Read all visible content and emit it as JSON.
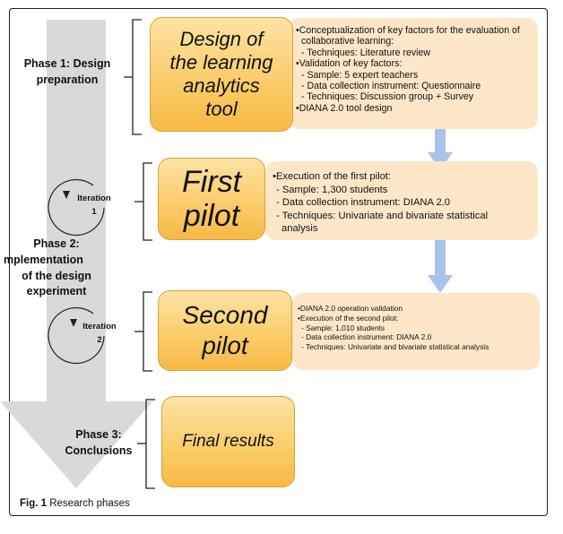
{
  "phases": {
    "phase1": [
      "Phase 1: Design",
      "preparation"
    ],
    "phase2": [
      "Phase 2:",
      "mplementation",
      "of the design",
      "experiment"
    ],
    "phase3": [
      "Phase 3:",
      "Conclusions"
    ]
  },
  "iterations": [
    {
      "label": "Iteration",
      "number": "1"
    },
    {
      "label": "Iteration",
      "number": "2"
    }
  ],
  "boxes": {
    "design": [
      "Design of",
      "the learning",
      "analytics",
      "tool"
    ],
    "first_pilot": [
      "First",
      "pilot"
    ],
    "second_pilot": [
      "Second",
      "pilot"
    ],
    "final": [
      "Final results"
    ]
  },
  "descriptions": {
    "design": [
      "•Conceptualization of key factors for the evaluation of",
      "  collaborative learning:",
      "  - Techniques: Literature review",
      "•Validation of key factors:",
      "  - Sample: 5 expert teachers",
      "  - Data collection instrument: Questionnaire",
      "  - Techniques: Discussion group + Survey",
      "•DIANA 2.0 tool design"
    ],
    "first_pilot": [
      "•Execution of the first pilot:",
      "  - Sample: 1,300 students",
      "  - Data collection instrument: DIANA 2.0",
      "  - Techniques: Univariate and bivariate statistical",
      "    analysis"
    ],
    "second_pilot": [
      "•DIANA 2.0 operation validation",
      "•Execution of the second pilot:",
      "  - Sample: 1,010 students",
      "  - Data collection instrument: DIANA 2.0",
      "  - Techniques: Univariate and bivariate statistical analysis"
    ]
  },
  "caption": {
    "prefix": "Fig. 1",
    "text": " Research phases"
  },
  "colors": {
    "big_arrow": "#d9d9d9",
    "box_fill": "#fbcd6c",
    "desc_fill": "#fde7c8",
    "connector": "#a9c3ec"
  }
}
